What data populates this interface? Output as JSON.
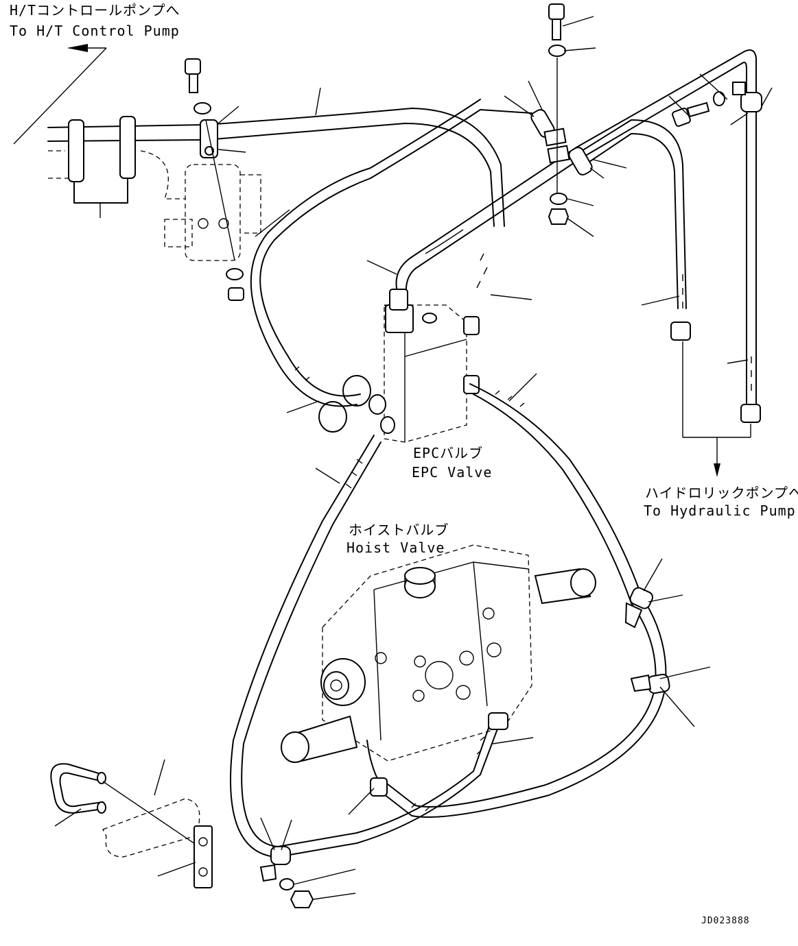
{
  "labels": {
    "ht_pump_jp": "H/Tコントロールポンプへ",
    "ht_pump_en": "To H/T Control Pump",
    "epc_valve_jp": "EPCバルブ",
    "epc_valve_en": "EPC Valve",
    "hydraulic_pump_jp": "ハイドロリックポンプへ",
    "hydraulic_pump_en": "To Hydraulic Pump",
    "hoist_valve_jp": "ホイストバルブ",
    "hoist_valve_en": "Hoist Valve"
  },
  "drawing_code": "JD023888",
  "colors": {
    "line": "#000000",
    "background": "#ffffff"
  }
}
